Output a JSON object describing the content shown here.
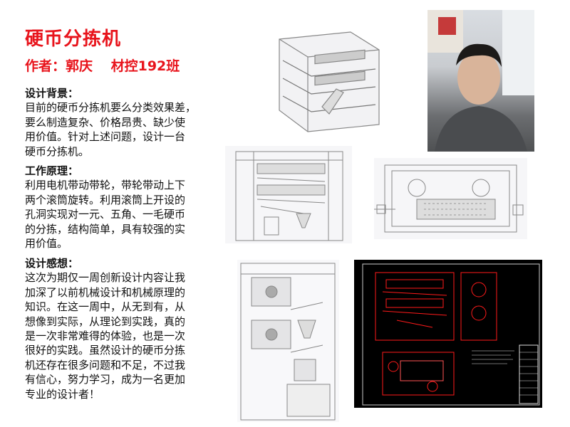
{
  "title": "硬币分拣机",
  "author": "作者：郭庆　 材控192班",
  "sections": [
    {
      "heading": "设计背景：",
      "lines": [
        "目前的硬币分拣机要么分类效果差，",
        "要么制造复杂、价格昂贵、缺少使",
        "用价值。针对上述问题，设计一台",
        "硬币分拣机。"
      ]
    },
    {
      "heading": "工作原理：",
      "lines": [
        "利用电机带动带轮，带轮带动上下",
        "两个滚筒旋转。利用滚筒上开设的",
        "孔洞实现对一元、五角、一毛硬币",
        "的分拣，结构简单，具有较强的实",
        "用价值。"
      ]
    },
    {
      "heading": "设计感想：",
      "lines": [
        "这次为期仅一周创新设计内容让我",
        "加深了以前机械设计和机械原理的",
        "知识。在这一周中，从无到有，从",
        "想像到实际，从理论到实践，真的",
        "是一次非常难得的体验，也是一次",
        "很好的实践。虽然设计的硬币分拣",
        "机还存在很多问题和不足，不过我",
        "有信心，努力学习，成为一名更加",
        "专业的设计者！"
      ]
    }
  ],
  "colors": {
    "accent": "#e8141c",
    "cad_bg": "#000000",
    "cad_line": "#ff1a1a"
  }
}
